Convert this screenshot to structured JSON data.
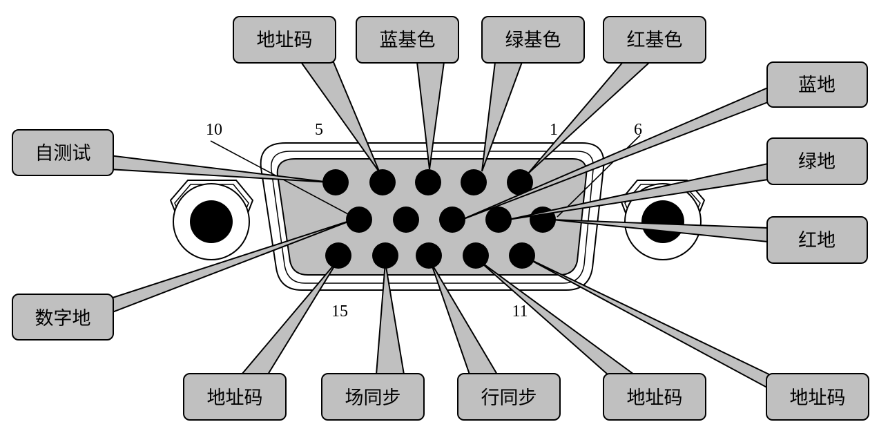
{
  "labels": {
    "top": [
      "地址码",
      "蓝基色",
      "绿基色",
      "红基色"
    ],
    "right": [
      "蓝地",
      "绿地",
      "红地"
    ],
    "left": [
      "自测试",
      "数字地"
    ],
    "bottom": [
      "地址码",
      "场同步",
      "行同步",
      "地址码",
      "地址码"
    ]
  },
  "pin_numbers": {
    "n10": "10",
    "n5": "5",
    "n1": "1",
    "n6": "6",
    "n15": "15",
    "n11": "11"
  }
}
